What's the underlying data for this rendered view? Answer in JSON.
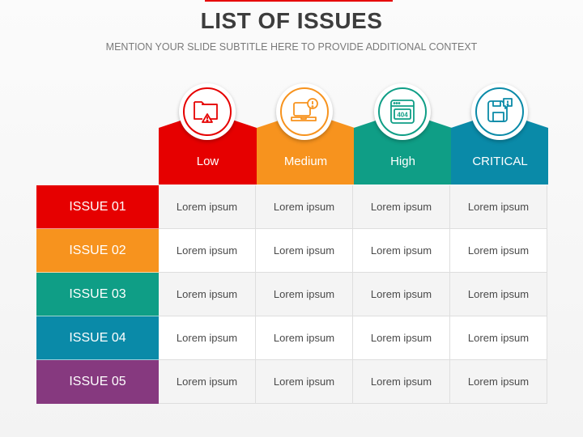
{
  "slide": {
    "title": "LIST OF ISSUES",
    "subtitle": "MENTION YOUR SLIDE SUBTITLE HERE TO PROVIDE ADDITIONAL CONTEXT",
    "accent_color": "#e60000"
  },
  "columns": [
    {
      "label": "Low",
      "color": "#e60000",
      "icon": "folder-warning-icon"
    },
    {
      "label": "Medium",
      "color": "#f7931e",
      "icon": "laptop-warning-icon"
    },
    {
      "label": "High",
      "color": "#0f9e86",
      "icon": "browser-404-icon"
    },
    {
      "label": "CRITICAL",
      "color": "#0a8aa8",
      "icon": "floppy-alert-icon"
    }
  ],
  "rows": [
    {
      "label": "ISSUE 01",
      "color": "#e60000",
      "cells": [
        "Lorem ipsum",
        "Lorem ipsum",
        "Lorem ipsum",
        "Lorem ipsum"
      ]
    },
    {
      "label": "ISSUE 02",
      "color": "#f7931e",
      "cells": [
        "Lorem ipsum",
        "Lorem ipsum",
        "Lorem ipsum",
        "Lorem ipsum"
      ]
    },
    {
      "label": "ISSUE 03",
      "color": "#0f9e86",
      "cells": [
        "Lorem ipsum",
        "Lorem ipsum",
        "Lorem ipsum",
        "Lorem ipsum"
      ]
    },
    {
      "label": "ISSUE 04",
      "color": "#0a8aa8",
      "cells": [
        "Lorem ipsum",
        "Lorem ipsum",
        "Lorem ipsum",
        "Lorem ipsum"
      ]
    },
    {
      "label": "ISSUE 05",
      "color": "#86397f",
      "cells": [
        "Lorem ipsum",
        "Lorem ipsum",
        "Lorem ipsum",
        "Lorem ipsum"
      ]
    }
  ]
}
